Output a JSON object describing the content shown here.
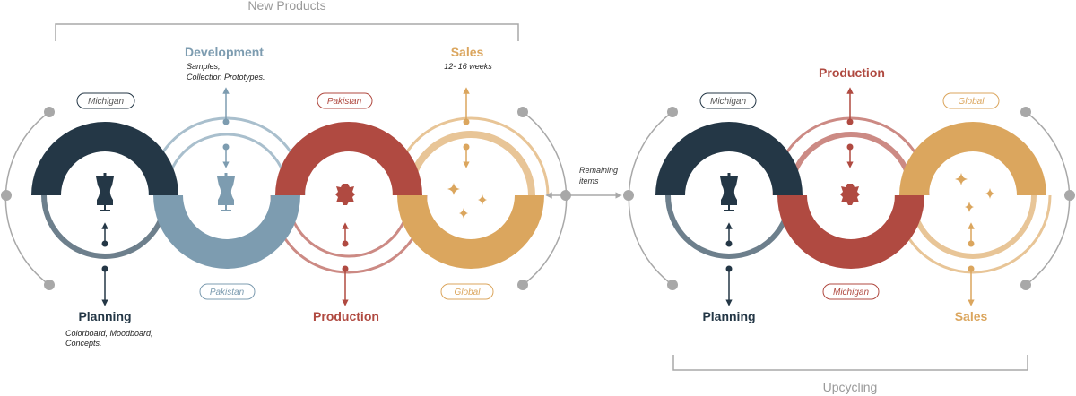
{
  "colors": {
    "planning": "#243746",
    "planning_light": "#6d7f8c",
    "development": "#7d9cb0",
    "development_light": "#a9bfcd",
    "production": "#b04a41",
    "production_light": "#cc8a84",
    "sales": "#dba65e",
    "sales_light": "#e8c597",
    "grey": "#a8a8a8"
  },
  "new_products": {
    "group_label": "New Products",
    "development": {
      "title": "Development",
      "sub1": "Samples,",
      "sub2": "Collection Prototypes."
    },
    "sales": {
      "title": "Sales",
      "sub1": "12- 16 weeks"
    },
    "planning": {
      "title": "Planning",
      "sub1": "Colorboard, Moodboard,",
      "sub2": "Concepts."
    },
    "production": {
      "title": "Production"
    },
    "pills": {
      "michigan": "Michigan",
      "pakistan_top": "Pakistan",
      "pakistan_bottom": "Pakistan",
      "global": "Global"
    }
  },
  "middle": {
    "line1": "Remaining",
    "line2": "items"
  },
  "upcycling": {
    "group_label": "Upcycling",
    "production": {
      "title": "Production"
    },
    "planning": {
      "title": "Planning"
    },
    "sales": {
      "title": "Sales"
    },
    "pills": {
      "michigan_top": "Michigan",
      "global": "Global",
      "michigan_bottom": "Michigan"
    }
  },
  "icons": [
    "dress-form-icon",
    "leather-hide-icon",
    "sparkle-icon"
  ]
}
